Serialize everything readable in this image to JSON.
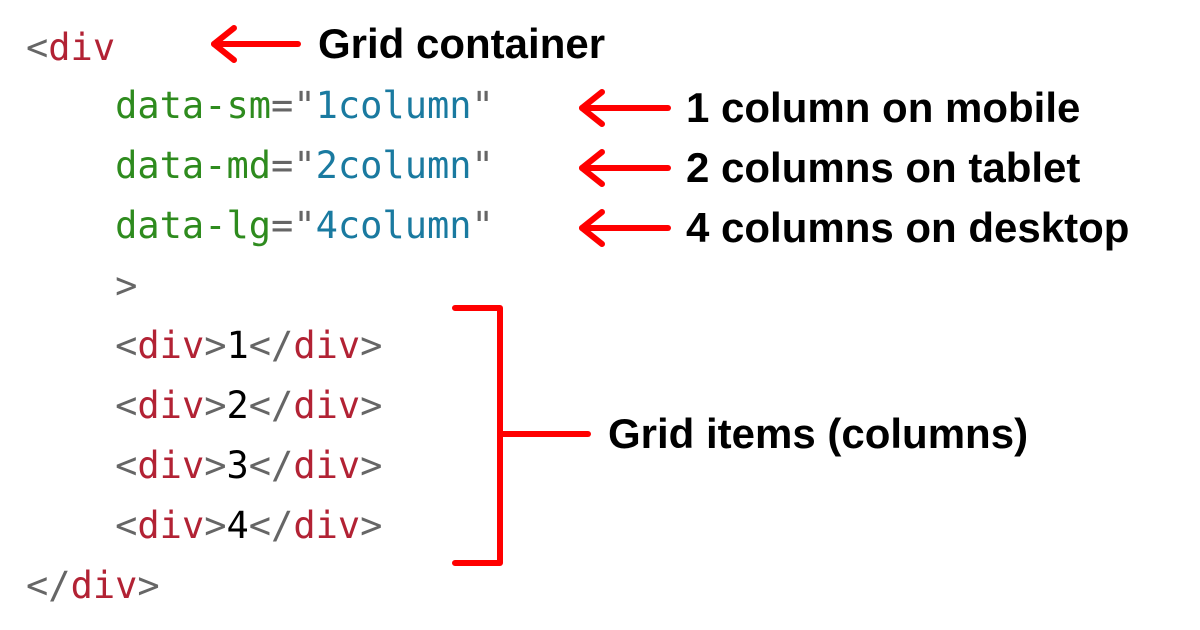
{
  "colors": {
    "punct": "#666666",
    "tag": "#b22234",
    "attr": "#2e8b1e",
    "value": "#1a7aa0",
    "text": "#000000",
    "arrow": "#ff0000",
    "label": "#000000"
  },
  "code": {
    "lines": [
      [
        {
          "t": "<",
          "c": "punct"
        },
        {
          "t": "div",
          "c": "tag"
        }
      ],
      [
        {
          "t": "    ",
          "c": "punct"
        },
        {
          "t": "data-sm",
          "c": "attr"
        },
        {
          "t": "=",
          "c": "punct"
        },
        {
          "t": "\"",
          "c": "punct"
        },
        {
          "t": "1column",
          "c": "value"
        },
        {
          "t": "\"",
          "c": "punct"
        }
      ],
      [
        {
          "t": "    ",
          "c": "punct"
        },
        {
          "t": "data-md",
          "c": "attr"
        },
        {
          "t": "=",
          "c": "punct"
        },
        {
          "t": "\"",
          "c": "punct"
        },
        {
          "t": "2column",
          "c": "value"
        },
        {
          "t": "\"",
          "c": "punct"
        }
      ],
      [
        {
          "t": "    ",
          "c": "punct"
        },
        {
          "t": "data-lg",
          "c": "attr"
        },
        {
          "t": "=",
          "c": "punct"
        },
        {
          "t": "\"",
          "c": "punct"
        },
        {
          "t": "4column",
          "c": "value"
        },
        {
          "t": "\"",
          "c": "punct"
        }
      ],
      [
        {
          "t": "    ",
          "c": "punct"
        },
        {
          "t": ">",
          "c": "punct"
        }
      ],
      [
        {
          "t": "    ",
          "c": "punct"
        },
        {
          "t": "<",
          "c": "punct"
        },
        {
          "t": "div",
          "c": "tag"
        },
        {
          "t": ">",
          "c": "punct"
        },
        {
          "t": "1",
          "c": "text"
        },
        {
          "t": "</",
          "c": "punct"
        },
        {
          "t": "div",
          "c": "tag"
        },
        {
          "t": ">",
          "c": "punct"
        }
      ],
      [
        {
          "t": "    ",
          "c": "punct"
        },
        {
          "t": "<",
          "c": "punct"
        },
        {
          "t": "div",
          "c": "tag"
        },
        {
          "t": ">",
          "c": "punct"
        },
        {
          "t": "2",
          "c": "text"
        },
        {
          "t": "</",
          "c": "punct"
        },
        {
          "t": "div",
          "c": "tag"
        },
        {
          "t": ">",
          "c": "punct"
        }
      ],
      [
        {
          "t": "    ",
          "c": "punct"
        },
        {
          "t": "<",
          "c": "punct"
        },
        {
          "t": "div",
          "c": "tag"
        },
        {
          "t": ">",
          "c": "punct"
        },
        {
          "t": "3",
          "c": "text"
        },
        {
          "t": "</",
          "c": "punct"
        },
        {
          "t": "div",
          "c": "tag"
        },
        {
          "t": ">",
          "c": "punct"
        }
      ],
      [
        {
          "t": "    ",
          "c": "punct"
        },
        {
          "t": "<",
          "c": "punct"
        },
        {
          "t": "div",
          "c": "tag"
        },
        {
          "t": ">",
          "c": "punct"
        },
        {
          "t": "4",
          "c": "text"
        },
        {
          "t": "</",
          "c": "punct"
        },
        {
          "t": "div",
          "c": "tag"
        },
        {
          "t": ">",
          "c": "punct"
        }
      ],
      [
        {
          "t": "</",
          "c": "punct"
        },
        {
          "t": "div",
          "c": "tag"
        },
        {
          "t": ">",
          "c": "punct"
        }
      ]
    ]
  },
  "annotations": {
    "grid_container": "Grid container",
    "sm": "1 column on mobile",
    "md": "2 columns on tablet",
    "lg": "4 columns on desktop",
    "grid_items": "Grid items (columns)"
  }
}
